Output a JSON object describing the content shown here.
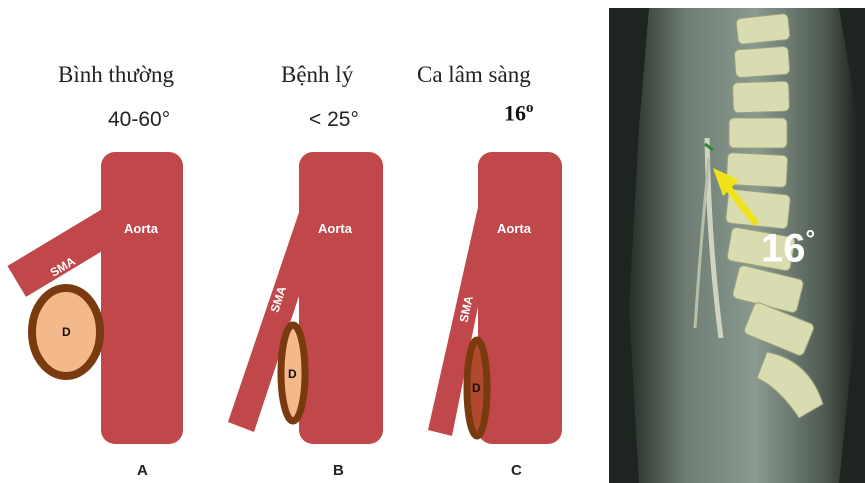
{
  "panels": [
    {
      "title": "Bình thường",
      "angle": "40-60°",
      "letter": "A"
    },
    {
      "title": "Bệnh lý",
      "angle": "< 25°",
      "letter": "B"
    },
    {
      "title": "Ca lâm sàng",
      "angle": "16",
      "angle_unit": "o",
      "letter": "C"
    }
  ],
  "labels": {
    "aorta": "Aorta",
    "sma": "SMA",
    "duodenum": "D"
  },
  "ct": {
    "angle_value": "16",
    "angle_unit": "°"
  },
  "colors": {
    "aorta": "#c0474a",
    "sma": "#c0474a",
    "duodenum_ring": "#7a3a10",
    "duodenum_fill": "#f4b98a",
    "arrow": "#f0e21a"
  }
}
